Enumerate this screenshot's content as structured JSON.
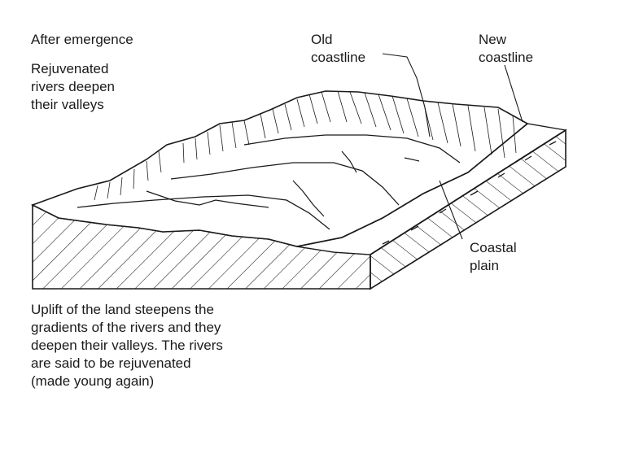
{
  "diagram": {
    "title": "After emergence",
    "process_note": [
      "Rejuvenated",
      "rivers deepen",
      "their valleys"
    ],
    "labels": {
      "old_coastline": [
        "Old",
        "coastline"
      ],
      "new_coastline": [
        "New",
        "coastline"
      ],
      "coastal_plain": [
        "Coastal",
        "plain"
      ]
    },
    "caption": [
      "Uplift of the land steepens the",
      "gradients of the rivers and they",
      "deepen their valleys. The rivers",
      "are said to be rejuvenated",
      "(made young again)"
    ],
    "colors": {
      "ink": "#1a1a1a",
      "background": "#ffffff"
    }
  }
}
